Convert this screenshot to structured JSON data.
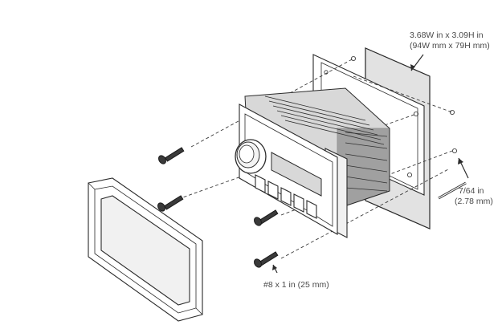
{
  "labels": {
    "cutout_line1": "3.68W in x 3.09H in",
    "cutout_line2": "(94W mm x 79H mm)",
    "drill_line1": "7/64 in",
    "drill_line2": "(2.78 mm)",
    "screw": "#8 x 1 in (25 mm)"
  }
}
